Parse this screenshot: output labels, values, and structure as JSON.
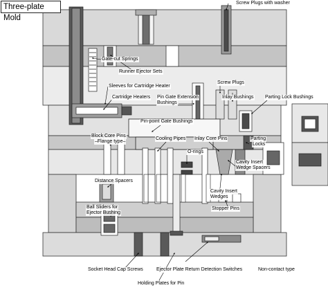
{
  "title": "Three-plate Mold",
  "colors": {
    "plate_light": "#e6e6e6",
    "plate_mid": "#cfcfcf",
    "plate_dark": "#b8b8b8",
    "part_dark": "#4a4a4a",
    "outline": "#333333"
  },
  "labels": {
    "screw_plugs_washer": "Screw Plugs with washer",
    "gate_cut_springs": "Gate-cut Springs",
    "runner_ejector_sets": "Runner Ejector Sets",
    "sleeves_cartridge": "Sleeves for Cartridge Heater",
    "cartridge_heaters": "Cartridge Heaters",
    "pin_gate_ext_1": "Pin Gate Extension",
    "pin_gate_ext_2": "Bushings",
    "screw_plugs": "Screw Plugs",
    "inlay_bushings": "Inlay Bushings",
    "parting_lock_bushings": "Parting Lock Bushings",
    "pin_point_gate": "Pin-point Gate Bushings",
    "block_core_1": "Block Core Pins",
    "block_core_2": "–Flange type–",
    "cooling_pipes": "Cooling Pipes",
    "inlay_core_pins": "Inlay Core Pins",
    "parting_locks_1": "Parting",
    "parting_locks_2": "Locks",
    "o_rings": "O-rings",
    "cavity_insert_spacers_1": "Cavity Insert",
    "cavity_insert_spacers_2": "Wedge Spacers",
    "distance_spacers": "Distance Spacers",
    "cavity_insert_wedges_1": "Cavity Insert",
    "cavity_insert_wedges_2": "Wedges",
    "ball_sliders_1": "Ball Sliders for",
    "ball_sliders_2": "Ejector Bushing",
    "stopper_pins": "Stopper Pins",
    "socket_head": "Socket Head Cap Screws",
    "ejector_return": "Ejector Plate Return Detection Switches",
    "non_contact": "Non-contact type",
    "holding_plates": "Holding Plates for Pin"
  }
}
